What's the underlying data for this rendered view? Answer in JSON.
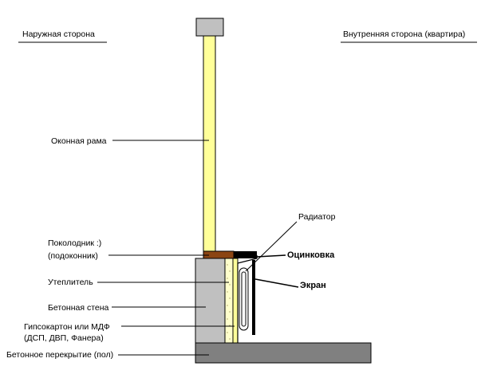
{
  "headings": {
    "outside": "Наружная сторона",
    "inside": "Внутренняя сторона (квартира)"
  },
  "labels": {
    "window_frame": "Оконная рама",
    "sill_line1": "Поколодник :)",
    "sill_line2": "(подоконник)",
    "insulation": "Утеплитель",
    "concrete_wall": "Бетонная стена",
    "drywall_line1": "Гипсокартон или МДФ",
    "drywall_line2": "(ДСП, ДВП, Фанера)",
    "floor_slab": "Бетонное перекрытие (пол)",
    "radiator": "Радиатор",
    "galvanized": "Оцинковка",
    "screen": "Экран"
  },
  "colors": {
    "frame": "#ffff99",
    "frame_top": "#c0c0c0",
    "concrete": "#c0c0c0",
    "floor": "#808080",
    "sill": "#8b4513",
    "insulation": "#ffffcc",
    "drywall": "#ffff99",
    "metal": "#000000",
    "line": "#000000"
  }
}
